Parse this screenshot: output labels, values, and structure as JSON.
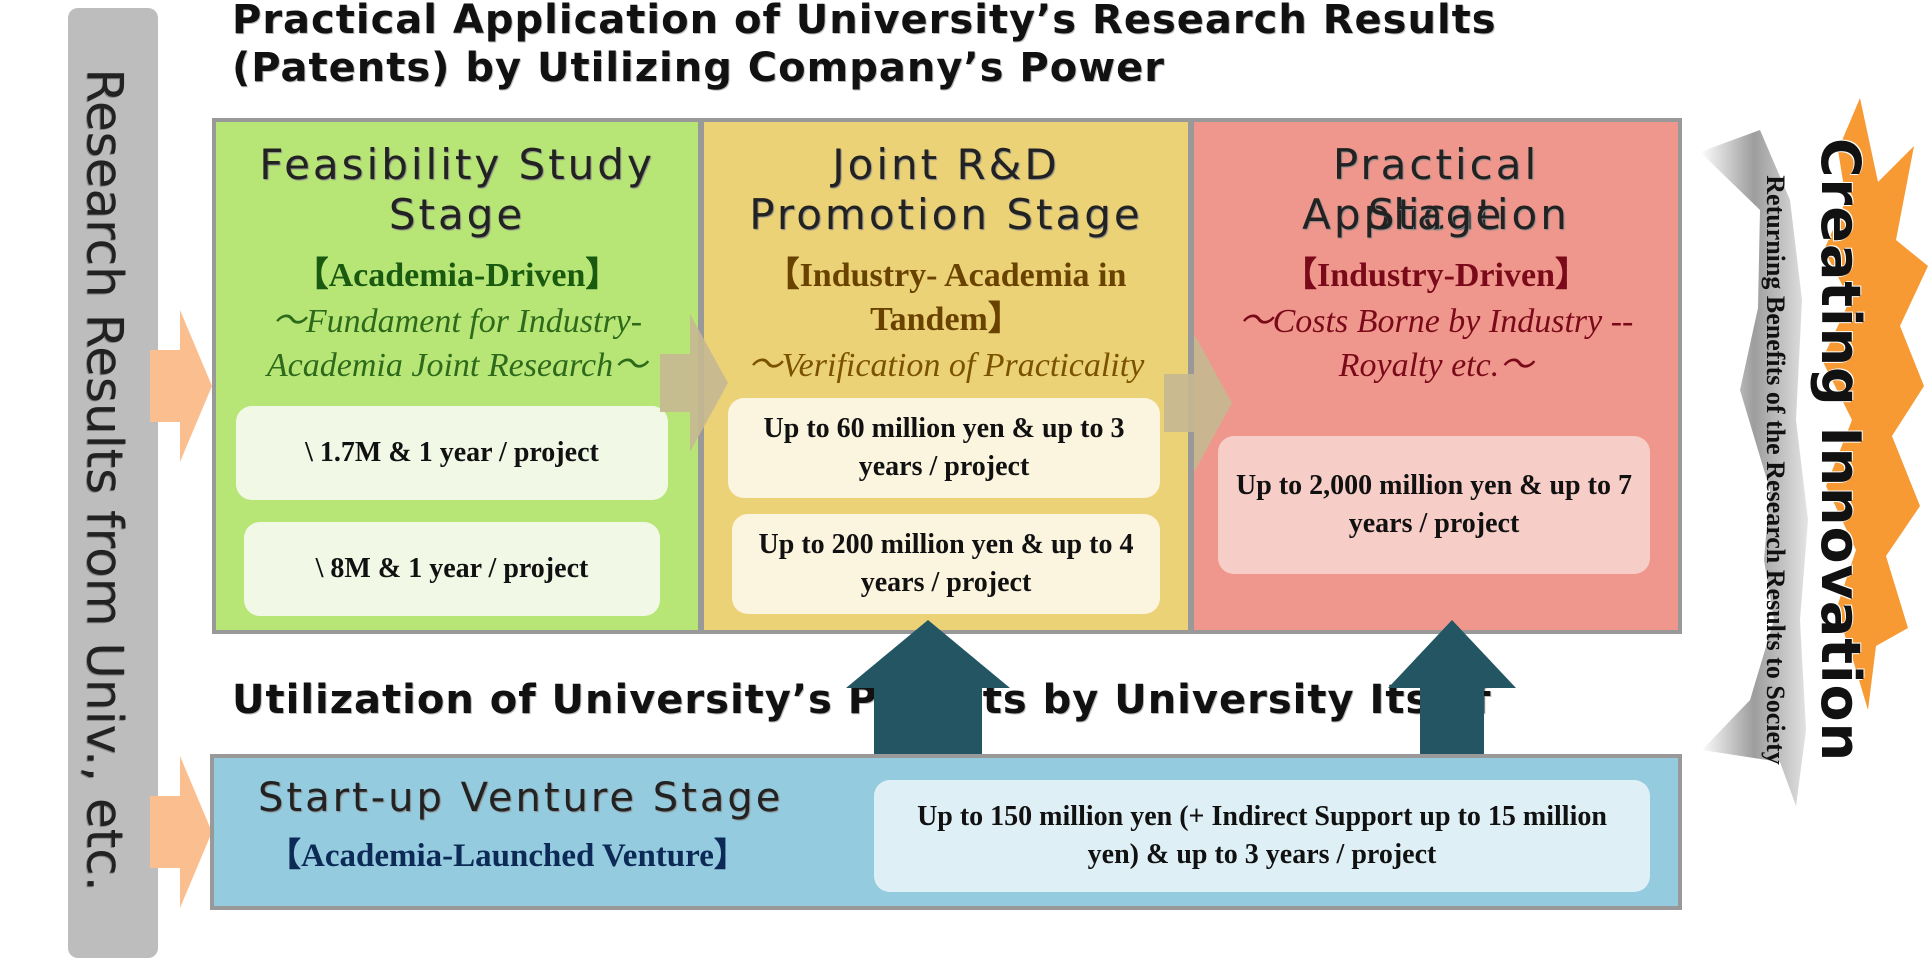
{
  "left_bar": {
    "label": "Research Results from Univ., etc."
  },
  "top_heading": {
    "line1": "Practical Application of University’s Research Results",
    "line2": "(Patents) by Utilizing Company’s Power"
  },
  "stages": [
    {
      "title_line1": "Feasibility Study",
      "title_line2": "Stage",
      "bracket": "【Academia-Driven】",
      "sub_line1": "〜Fundament for Industry-",
      "sub_line2": "Academia Joint Research〜",
      "funding": [
        "\\ 1.7M & 1 year / project",
        "\\ 8M & 1 year / project"
      ],
      "bg": "#b8e676",
      "bracket_color": "#1a5a10",
      "sub_color": "#2e6a1c"
    },
    {
      "title_line1": "Joint R&D",
      "title_line2": "Promotion Stage",
      "bracket": "【Industry- Academia in",
      "bracket2": "Tandem】",
      "sub_line1": "〜Verification of Practicality",
      "funding": [
        "Up to 60 million yen & up to 3 years / project",
        "Up to 200 million yen & up to 4 years / project"
      ],
      "bg": "#ecd276",
      "bracket_color": "#6a4200",
      "sub_color": "#7a5200"
    },
    {
      "title_line1": "Practical Application",
      "title_line2": "Stage",
      "bracket": "【Industry-Driven】",
      "sub_line1": "〜Costs Borne by Industry --",
      "sub_line2": "Royalty etc.〜",
      "funding": [
        "Up to 2,000 million yen & up to 7 years / project"
      ],
      "bg": "#ef978c",
      "bracket_color": "#7a0a1a",
      "sub_color": "#7a0a1a"
    }
  ],
  "bottom_heading": "Utilization of University’s Patents by University Itself",
  "venture": {
    "title": "Start-up Venture Stage",
    "bracket": "【Academia-Launched Venture】",
    "funding": "Up to 150 million yen (+ Indirect Support up to 15 million yen) & up to 3 years / project",
    "bg": "#94cbdf"
  },
  "right_panel": {
    "title": "Creating Innovation",
    "subtitle": "Returning Benefits of the Research Results to Society"
  },
  "colors": {
    "arrow_peach": "#fbbf8f",
    "arrow_khaki": "#c6b991",
    "arrow_teal": "#245563",
    "burst_orange": "#f79a34",
    "left_bar": "#bdbdbd"
  }
}
